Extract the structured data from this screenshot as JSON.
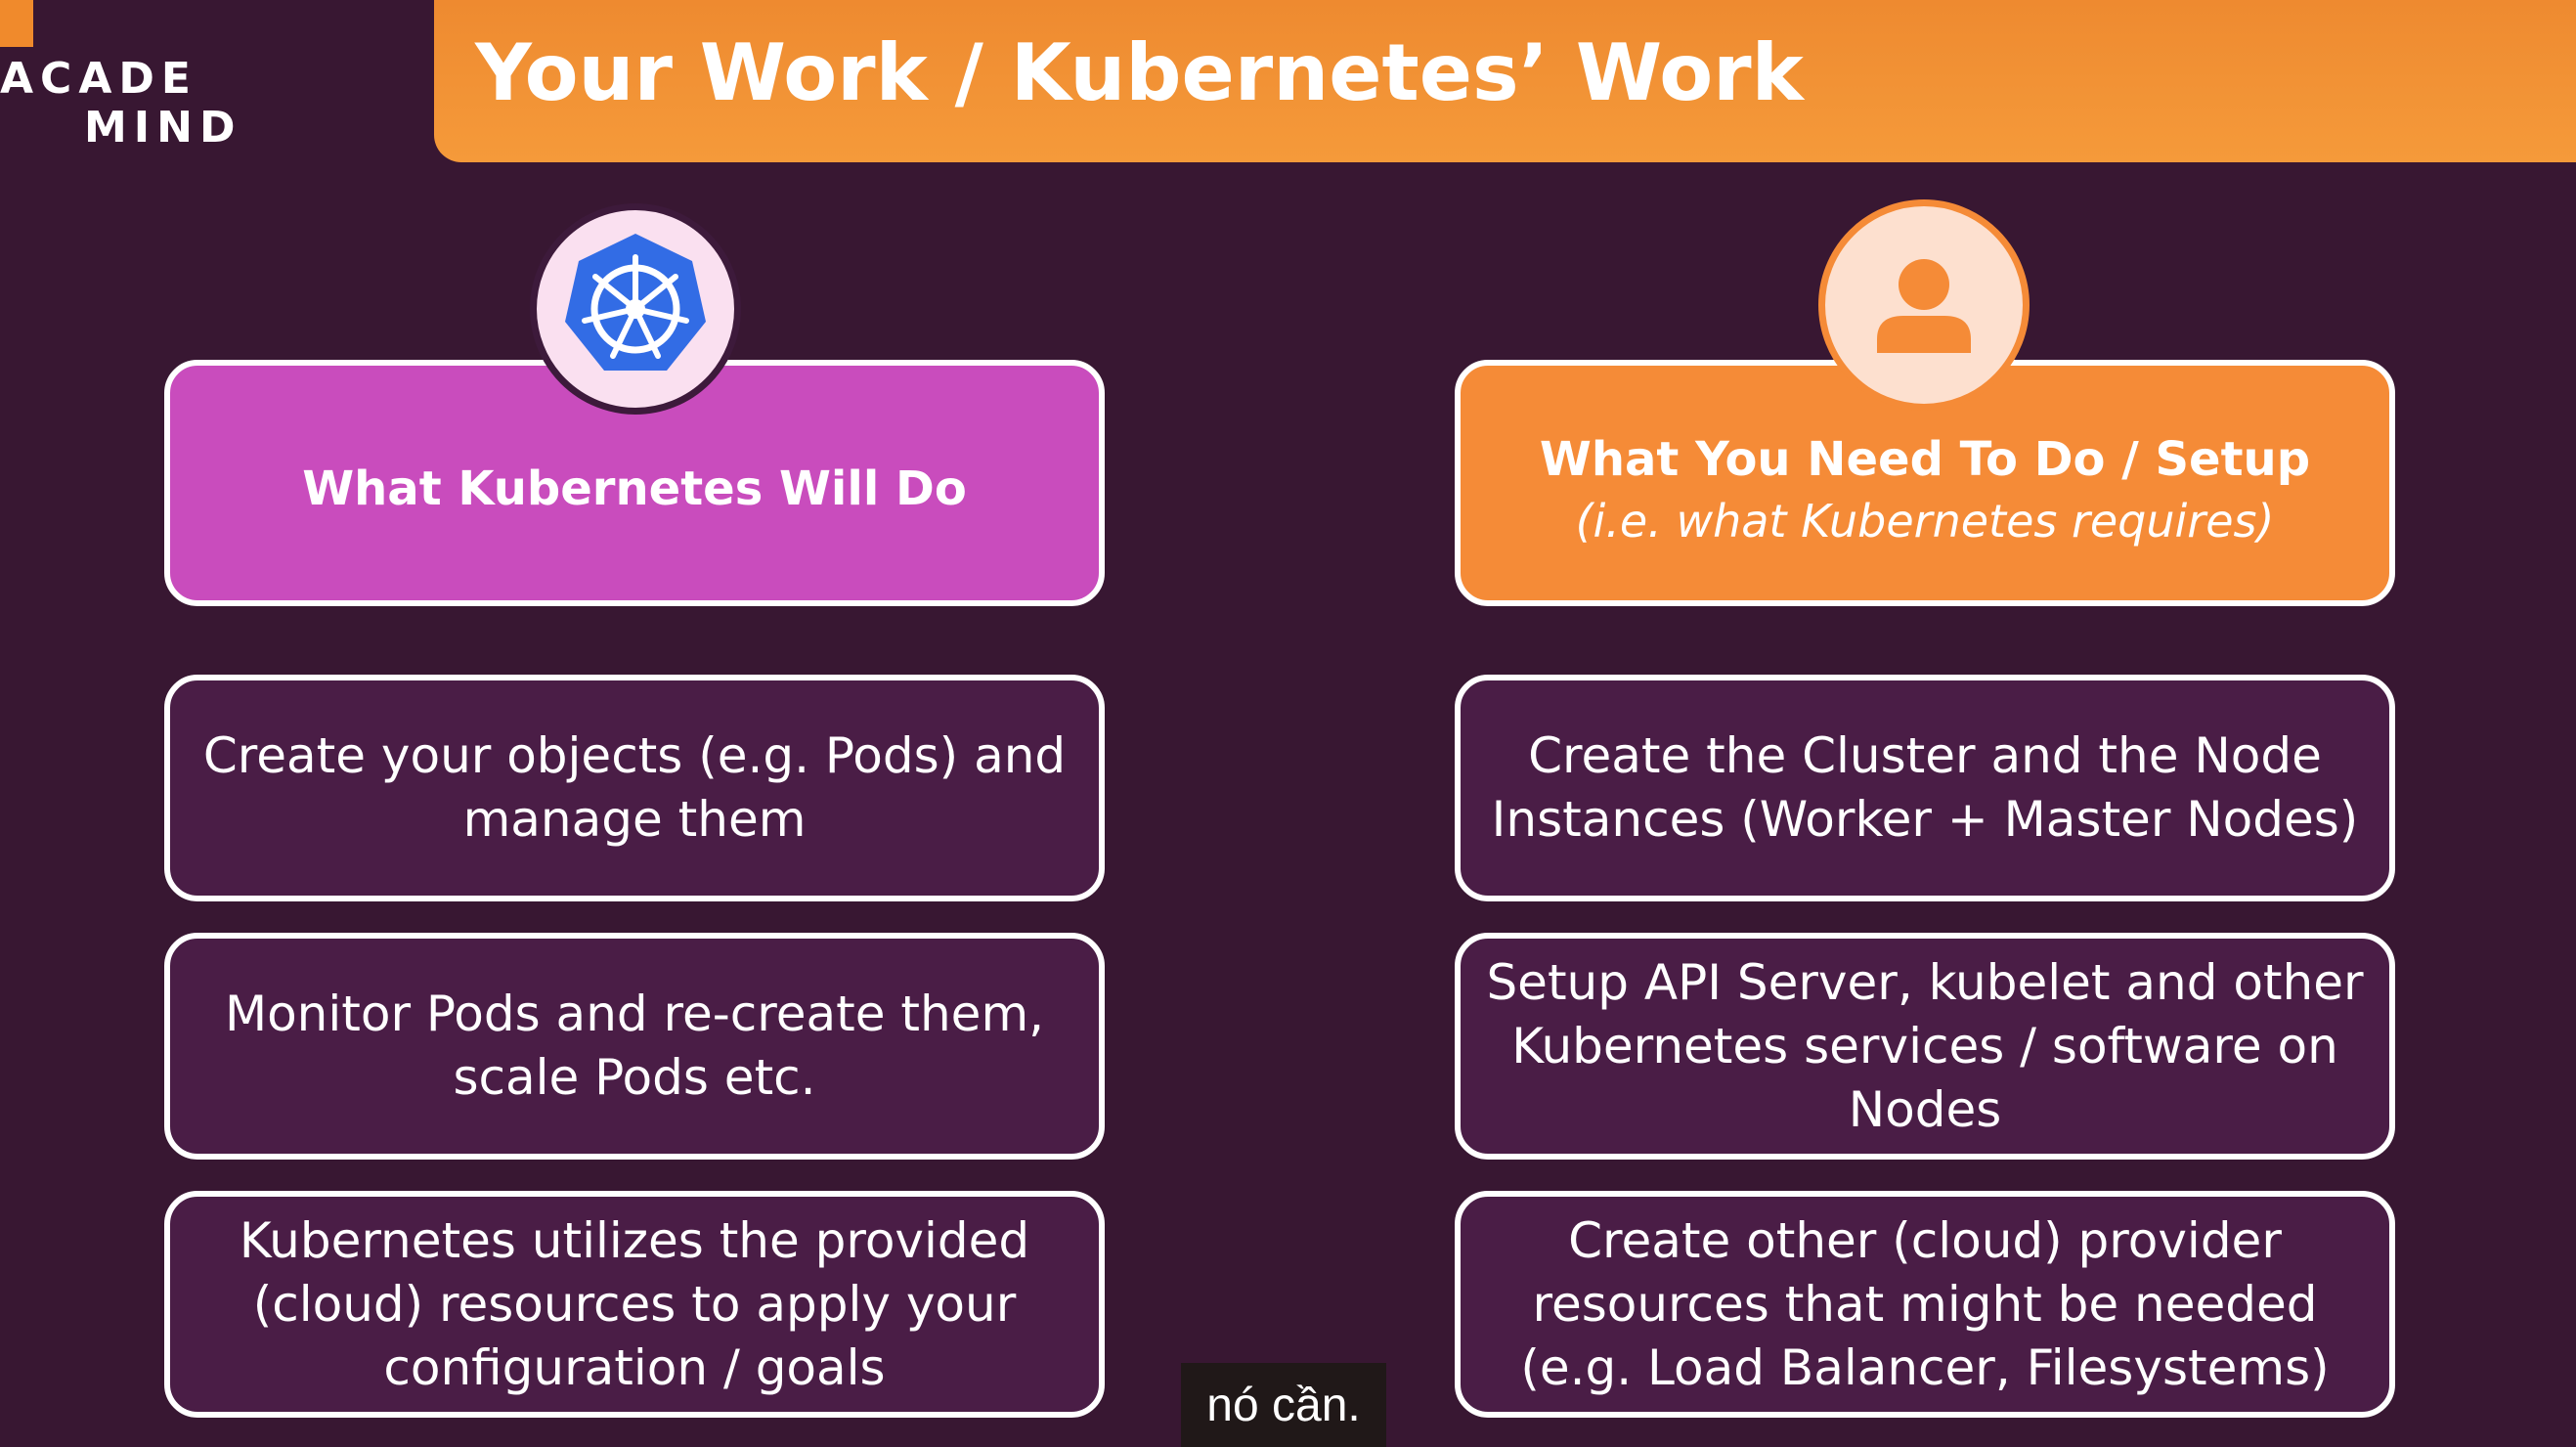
{
  "logo": {
    "line1": "ACADE",
    "line2": "MIND"
  },
  "title": "Your Work / Kubernetes’ Work",
  "colors": {
    "background": "#381732",
    "banner": "#f59a3a",
    "kubernetes_header": "#c94cbd",
    "you_header": "#f58b37",
    "card_background": "#4a1d46",
    "kubernetes_logo_blue": "#326ce5"
  },
  "left_column": {
    "icon": "kubernetes-helm-icon",
    "header": "What Kubernetes Will Do",
    "items": [
      "Create your objects (e.g. Pods) and\nmanage them",
      "Monitor Pods and re-create them,\nscale Pods etc.",
      "Kubernetes utilizes the provided\n(cloud) resources to apply your\nconfiguration / goals"
    ]
  },
  "right_column": {
    "icon": "user-icon",
    "header": "What You Need To Do / Setup",
    "header_sub": "(i.e. what Kubernetes requires)",
    "items": [
      "Create the Cluster and the Node\nInstances (Worker + Master Nodes)",
      "Setup API Server, kubelet and other\nKubernetes services / software on\nNodes",
      "Create other (cloud) provider\nresources that might be needed\n(e.g. Load Balancer, Filesystems)"
    ]
  },
  "subtitle": "nó cần."
}
